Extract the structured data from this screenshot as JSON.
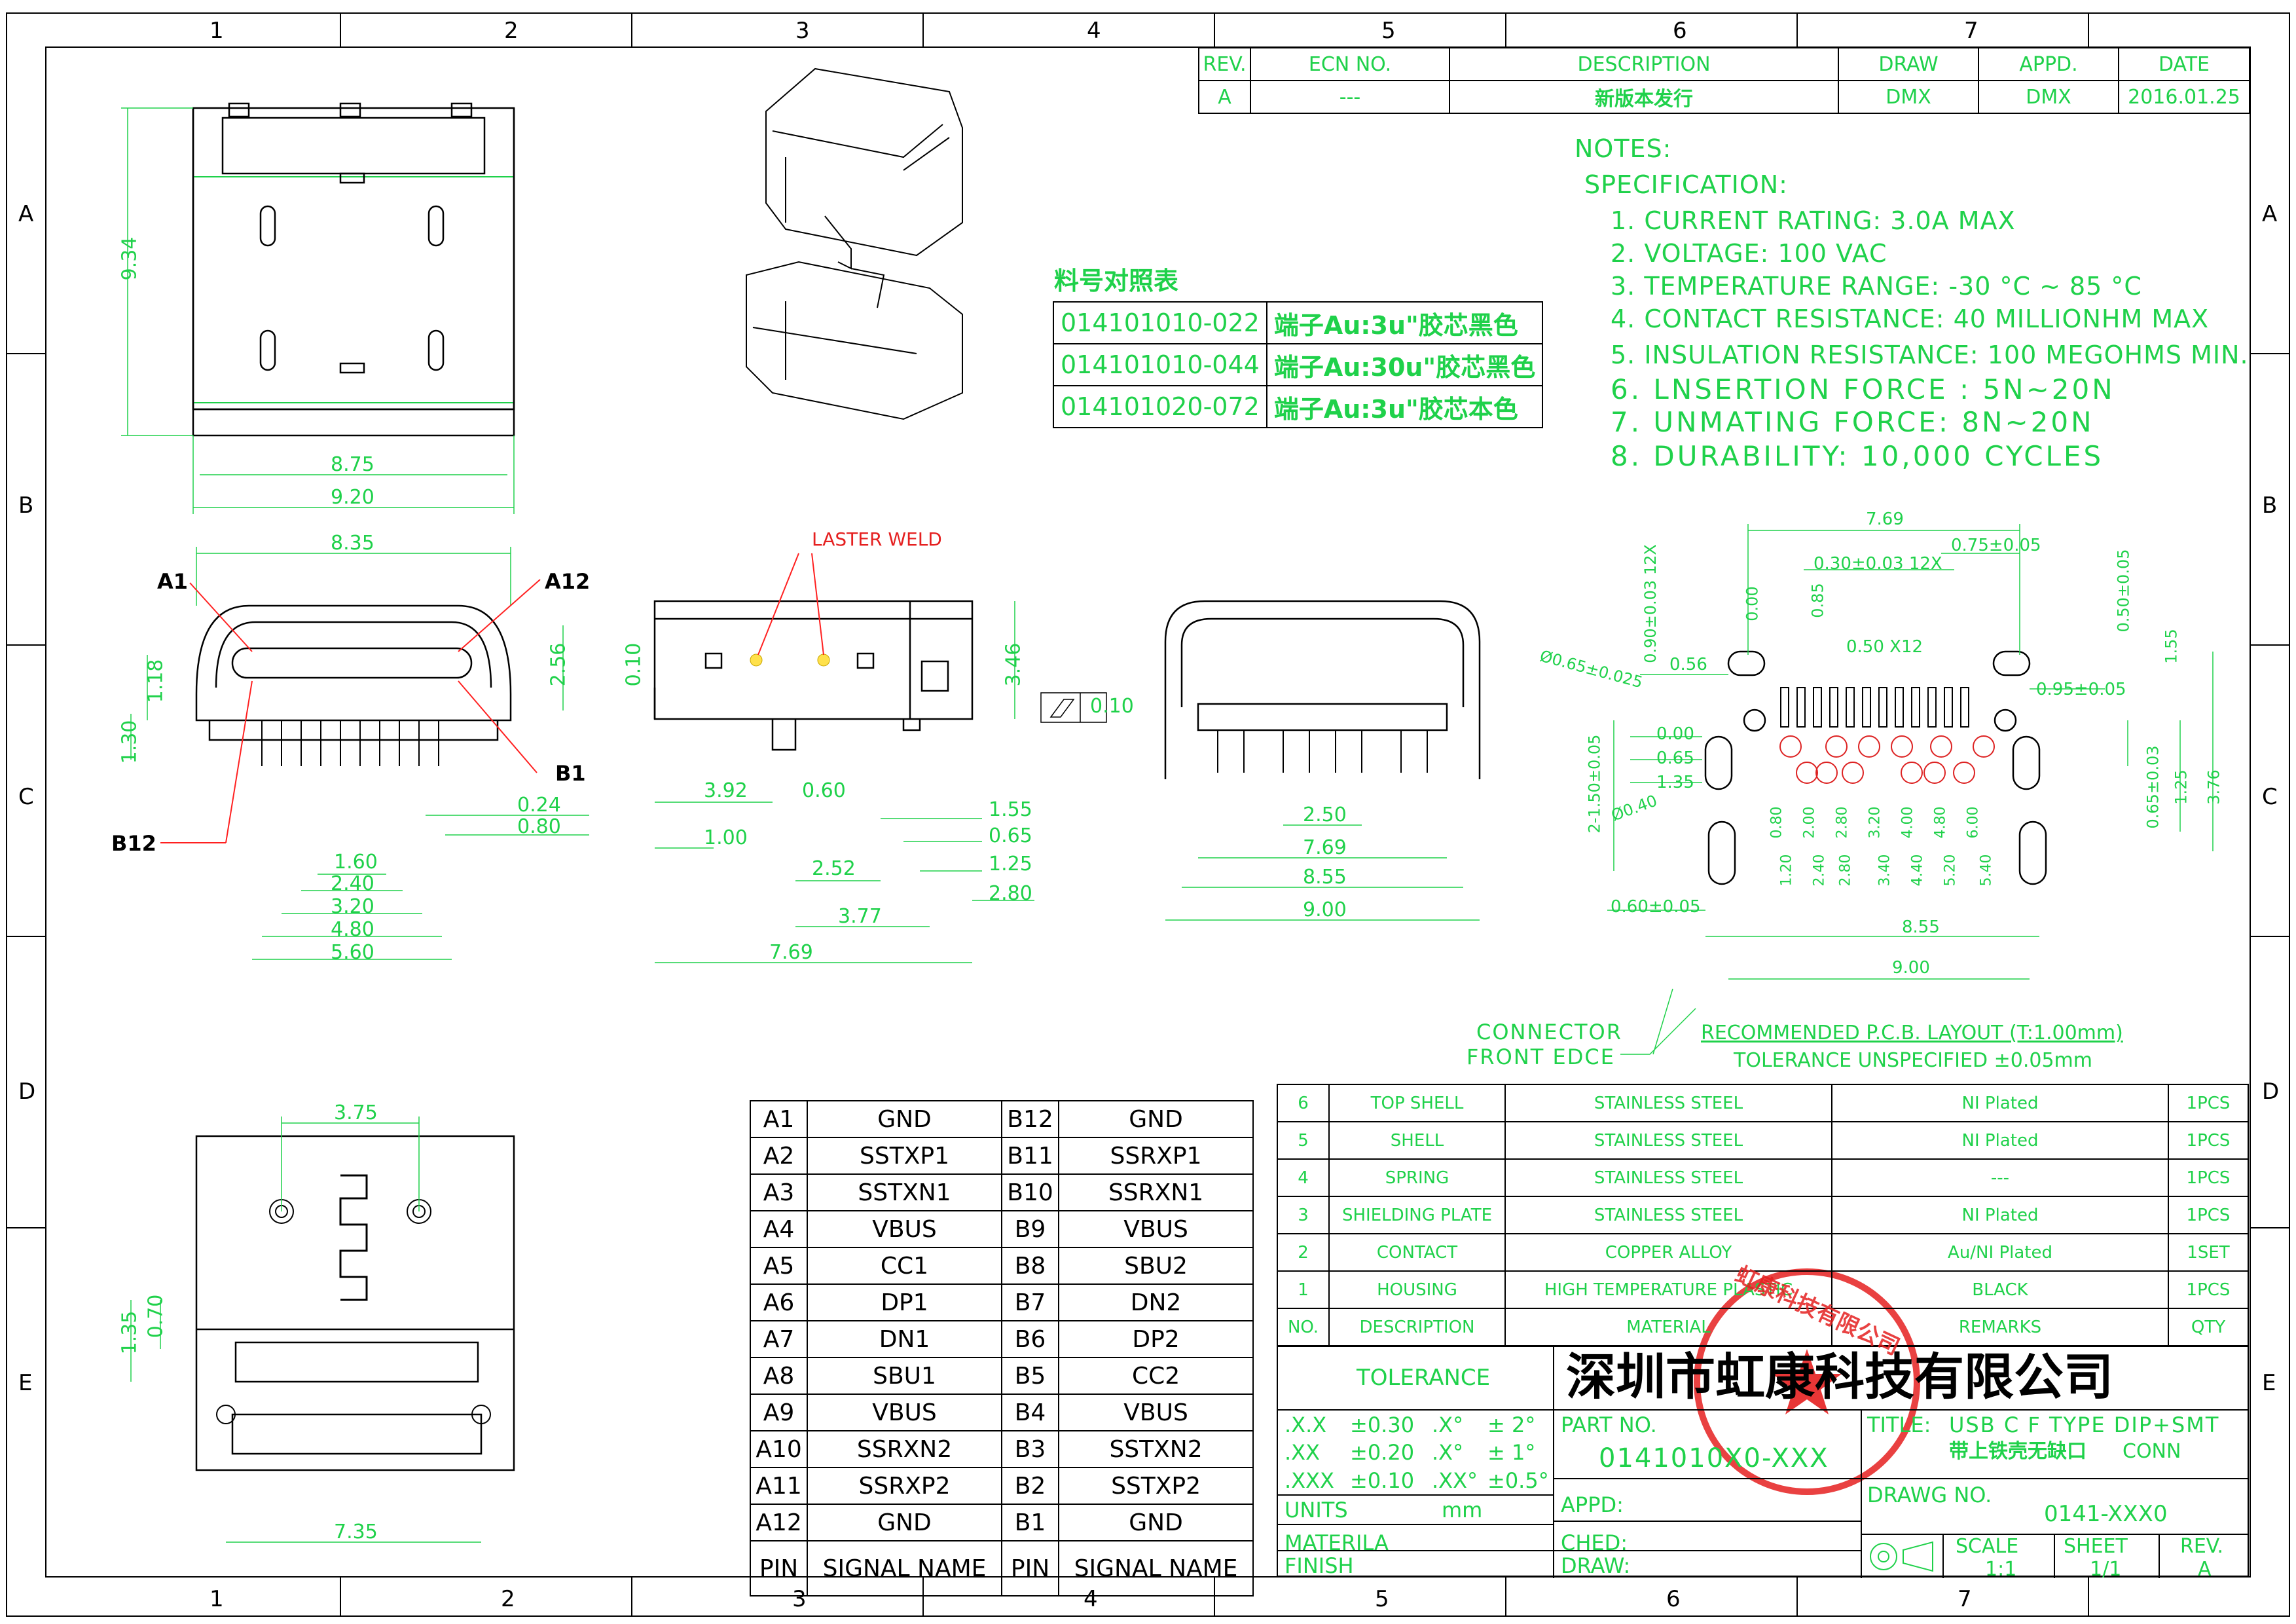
{
  "frame": {
    "col_markers": [
      "1",
      "2",
      "3",
      "4",
      "5",
      "6",
      "7"
    ],
    "row_markers": [
      "A",
      "B",
      "C",
      "D",
      "E"
    ]
  },
  "revision_table": {
    "headers": [
      "REV.",
      "ECN NO.",
      "DESCRIPTION",
      "DRAW",
      "APPD.",
      "DATE"
    ],
    "row": [
      "A",
      "---",
      "新版本发行",
      "DMX",
      "DMX",
      "2016.01.25"
    ]
  },
  "notes": {
    "title": "NOTES:",
    "subtitle": "SPECIFICATION:",
    "items": [
      "1. CURRENT RATING: 3.0A MAX",
      "2. VOLTAGE: 100 VAC",
      "3. TEMPERATURE RANGE: -30 °C ~ 85 °C",
      "4. CONTACT RESISTANCE: 40 MILLIONHM MAX",
      "5. INSULATION RESISTANCE: 100 MEGOHMS MIN.",
      "6. LNSERTION FORCE : 5N~20N",
      "7. UNMATING FORCE: 8N~20N",
      "8. DURABILITY:  10,000 CYCLES"
    ]
  },
  "part_table": {
    "title": "料号对照表",
    "rows": [
      {
        "pn": "014101010-022",
        "desc": "端子Au:3u\"胶芯黑色"
      },
      {
        "pn": "014101010-044",
        "desc": "端子Au:30u\"胶芯黑色"
      },
      {
        "pn": "014101020-072",
        "desc": "端子Au:3u\"胶芯本色"
      }
    ]
  },
  "pin_table": {
    "rows": [
      [
        "A1",
        "GND",
        "B12",
        "GND"
      ],
      [
        "A2",
        "SSTXP1",
        "B11",
        "SSRXP1"
      ],
      [
        "A3",
        "SSTXN1",
        "B10",
        "SSRXN1"
      ],
      [
        "A4",
        "VBUS",
        "B9",
        "VBUS"
      ],
      [
        "A5",
        "CC1",
        "B8",
        "SBU2"
      ],
      [
        "A6",
        "DP1",
        "B7",
        "DN2"
      ],
      [
        "A7",
        "DN1",
        "B6",
        "DP2"
      ],
      [
        "A8",
        "SBU1",
        "B5",
        "CC2"
      ],
      [
        "A9",
        "VBUS",
        "B4",
        "VBUS"
      ],
      [
        "A10",
        "SSRXN2",
        "B3",
        "SSTXN2"
      ],
      [
        "A11",
        "SSRXP2",
        "B2",
        "SSTXP2"
      ],
      [
        "A12",
        "GND",
        "B1",
        "GND"
      ]
    ],
    "footer": [
      "PIN",
      "SIGNAL NAME",
      "PIN",
      "SIGNAL NAME"
    ]
  },
  "bom_table": {
    "rows": [
      [
        "6",
        "TOP SHELL",
        "STAINLESS STEEL",
        "NI Plated",
        "1PCS"
      ],
      [
        "5",
        "SHELL",
        "STAINLESS STEEL",
        "NI Plated",
        "1PCS"
      ],
      [
        "4",
        "SPRING",
        "STAINLESS STEEL",
        "---",
        "1PCS"
      ],
      [
        "3",
        "SHIELDING PLATE",
        "STAINLESS STEEL",
        "NI  Plated",
        "1PCS"
      ],
      [
        "2",
        "CONTACT",
        "COPPER ALLOY",
        "Au/NI Plated",
        "1SET"
      ],
      [
        "1",
        "HOUSING",
        "HIGH TEMPERATURE PLASTIC",
        "BLACK",
        "1PCS"
      ]
    ],
    "header": [
      "NO.",
      "DESCRIPTION",
      "MATERIAL",
      "REMARKS",
      "QTY"
    ]
  },
  "title_block": {
    "company": "深圳市虹康科技有限公司",
    "tolerance_title": "TOLERANCE",
    "tolerances": [
      [
        ".X.X",
        "±0.30",
        ".X°",
        "±  2°"
      ],
      [
        ".XX",
        "±0.20",
        ".X°",
        "±  1°"
      ],
      [
        ".XXX",
        "±0.10",
        ".XX°",
        "±0.5°"
      ]
    ],
    "units_label": "UNITS",
    "units_value": "mm",
    "material_label": "MATERILA",
    "finish_label": "FINISH",
    "part_no_label": "PART NO.",
    "part_no_value": "0141010X0-XXX",
    "appd_label": "APPD:",
    "ched_label": "CHED:",
    "draw_label": "DRAW:",
    "title_label": "TITLE:",
    "title_value": "USB C F TYPE DIP+SMT",
    "title_value2": "带上铁壳无缺口",
    "title_value3": "CONN",
    "drawing_no_label": "DRAWG NO.",
    "drawing_no_value": "0141-XXX0",
    "scale_label": "SCALE",
    "scale_value": "1:1",
    "sheet_label": "SHEET",
    "sheet_value": "1/1",
    "rev_label": "REV.",
    "rev_value": "A",
    "stamp_text": "虹康科技有限公司"
  },
  "dims": {
    "top_view": {
      "h": "9.34",
      "w1": "8.75",
      "w2": "9.20"
    },
    "front_view": {
      "w": "8.35",
      "a1": "A1",
      "a12": "A12",
      "b1": "B1",
      "b12": "B12",
      "d256": "2.56",
      "d118": "1.18",
      "d130": "1.30",
      "d024": "0.24",
      "d080": "0.80",
      "d160": "1.60",
      "d240": "2.40",
      "d320": "3.20",
      "d480": "4.80",
      "d560": "5.60"
    },
    "side_view": {
      "weld": "LASTER WELD",
      "d010": "0.10",
      "d346": "3.46",
      "d392": "3.92",
      "d060": "0.60",
      "d100": "1.00",
      "d252": "2.52",
      "d377": "3.77",
      "d155": "1.55",
      "d065": "0.65",
      "d125": "1.25",
      "d280": "2.80",
      "d769": "7.69",
      "flat": "0.10"
    },
    "end_view": {
      "d250": "2.50",
      "d769": "7.69",
      "d855": "8.55",
      "d900": "9.00"
    },
    "pcb": {
      "d769": "7.69",
      "d075": "0.75±0.05",
      "d030": "0.30±0.03 12X",
      "d090": "0.90±0.03 12X",
      "d000a": "0.00",
      "d085": "0.85",
      "d050": "0.50±0.05",
      "d155": "1.55",
      "d050x12": "0.50 X12",
      "d065d": "Ø0.65±0.025",
      "d056": "0.56",
      "d095": "0.95±0.05",
      "d000b": "0.00",
      "d065": "0.65",
      "d135": "1.35",
      "d2150": "2-1.50±0.05",
      "d040": "Ø0.40",
      "d065y": "0.65±0.03",
      "d125": "1.25",
      "d376": "3.76",
      "d060": "0.60±0.05",
      "d855": "8.55",
      "d900": "9.00",
      "cols_top": [
        "0.80",
        "2.00",
        "2.80",
        "3.20",
        "4.00",
        "4.80",
        "6.00"
      ],
      "cols_bot": [
        "1.20",
        "2.40",
        "2.80",
        "3.40",
        "4.40",
        "5.20",
        "5.40"
      ],
      "conn_front": "CONNECTOR",
      "conn_front2": "FRONT EDCE",
      "rec_layout": "RECOMMENDED  P.C.B. LAYOUT (T:1.00mm)",
      "tol_unspec": "TOLERANCE UNSPECIFIED ±0.05mm"
    },
    "bottom_view": {
      "d375": "3.75",
      "d135": "1.35",
      "d070": "0.70",
      "d735": "7.35"
    }
  }
}
